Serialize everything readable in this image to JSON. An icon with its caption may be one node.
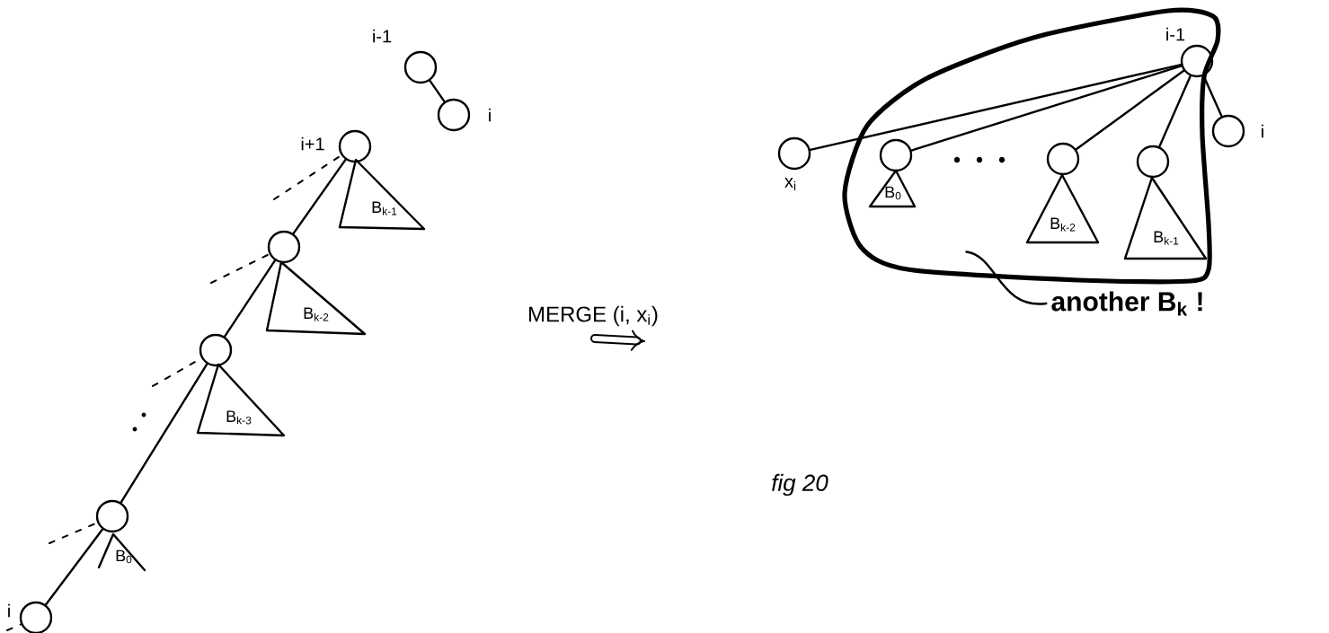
{
  "diagram": {
    "nodes": [
      {
        "text": [],
        "shape": "circle",
        "beside": [
          "i-1"
        ]
      },
      {
        "text": [],
        "shape": "circle",
        "beside": [
          "i"
        ]
      },
      {
        "text": [],
        "shape": "circle",
        "beside": [
          "i+1"
        ]
      },
      {
        "text": [
          "B$_{k-1}$"
        ]
      },
      {
        "text": [],
        "shape": "circle"
      },
      {
        "text": [
          "B$_{k-2}$"
        ]
      },
      {
        "text": [],
        "shape": "circle"
      },
      {
        "text": [
          "B$_{k-3}$"
        ]
      },
      {
        "text": [],
        "shape": "circle"
      },
      {
        "text": [
          "B$_{0}$"
        ]
      },
      {
        "text": [],
        "shape": "circle",
        "beside": [
          "i"
        ]
      },
      {
        "text": [],
        "shape": "blob"
      },
      {
        "text": [],
        "shape": "circle",
        "in": 11,
        "beside": [
          "i-1"
        ]
      },
      {
        "text": [],
        "shape": "circle",
        "beside": [
          "x$_{i}$"
        ]
      },
      {
        "text": [],
        "shape": "circle",
        "in": 11
      },
      {
        "text": [
          "B$_{0}$"
        ],
        "in": 11
      },
      {
        "text": [],
        "shape": "circle",
        "in": 11
      },
      {
        "text": [
          "B$_{k-2}$"
        ],
        "in": 11
      },
      {
        "text": [],
        "shape": "circle",
        "in": 11
      },
      {
        "text": [
          "B$_{k-1}$"
        ],
        "in": 11
      },
      {
        "text": [],
        "shape": "circle",
        "beside": [
          "i"
        ]
      },
      {
        "text": [
          "another B$_{k}$ !"
        ]
      }
    ],
    "edges": [
      {
        "from": 0,
        "to": 1,
        "arrow": "none"
      },
      {
        "from": 2,
        "to": 4,
        "arrow": "none"
      },
      {
        "from": 4,
        "to": 6,
        "arrow": "none"
      },
      {
        "from": 6,
        "to": 8,
        "arrow": "none"
      },
      {
        "from": 8,
        "to": 10,
        "arrow": "none"
      },
      {
        "from": null,
        "to": 2,
        "arrow": "none",
        "style": "dashed"
      },
      {
        "from": null,
        "to": 4,
        "arrow": "none",
        "style": "dashed"
      },
      {
        "from": null,
        "to": 6,
        "arrow": "none",
        "style": "dashed"
      },
      {
        "from": null,
        "to": 8,
        "arrow": "none",
        "style": "dashed"
      },
      {
        "from": null,
        "to": 10,
        "arrow": "none",
        "style": "dashed"
      },
      {
        "from": 12,
        "to": 13,
        "arrow": "none"
      },
      {
        "from": 12,
        "to": 14,
        "arrow": "none"
      },
      {
        "from": 12,
        "to": 16,
        "arrow": "none"
      },
      {
        "from": 12,
        "to": 18,
        "arrow": "none"
      },
      {
        "from": 12,
        "to": 20,
        "arrow": "none"
      },
      {
        "from": 21,
        "to": 11,
        "arrow": "none"
      }
    ],
    "labels": [
      "MERGE (i, x$_{i}$)",
      "fig 20"
    ]
  }
}
